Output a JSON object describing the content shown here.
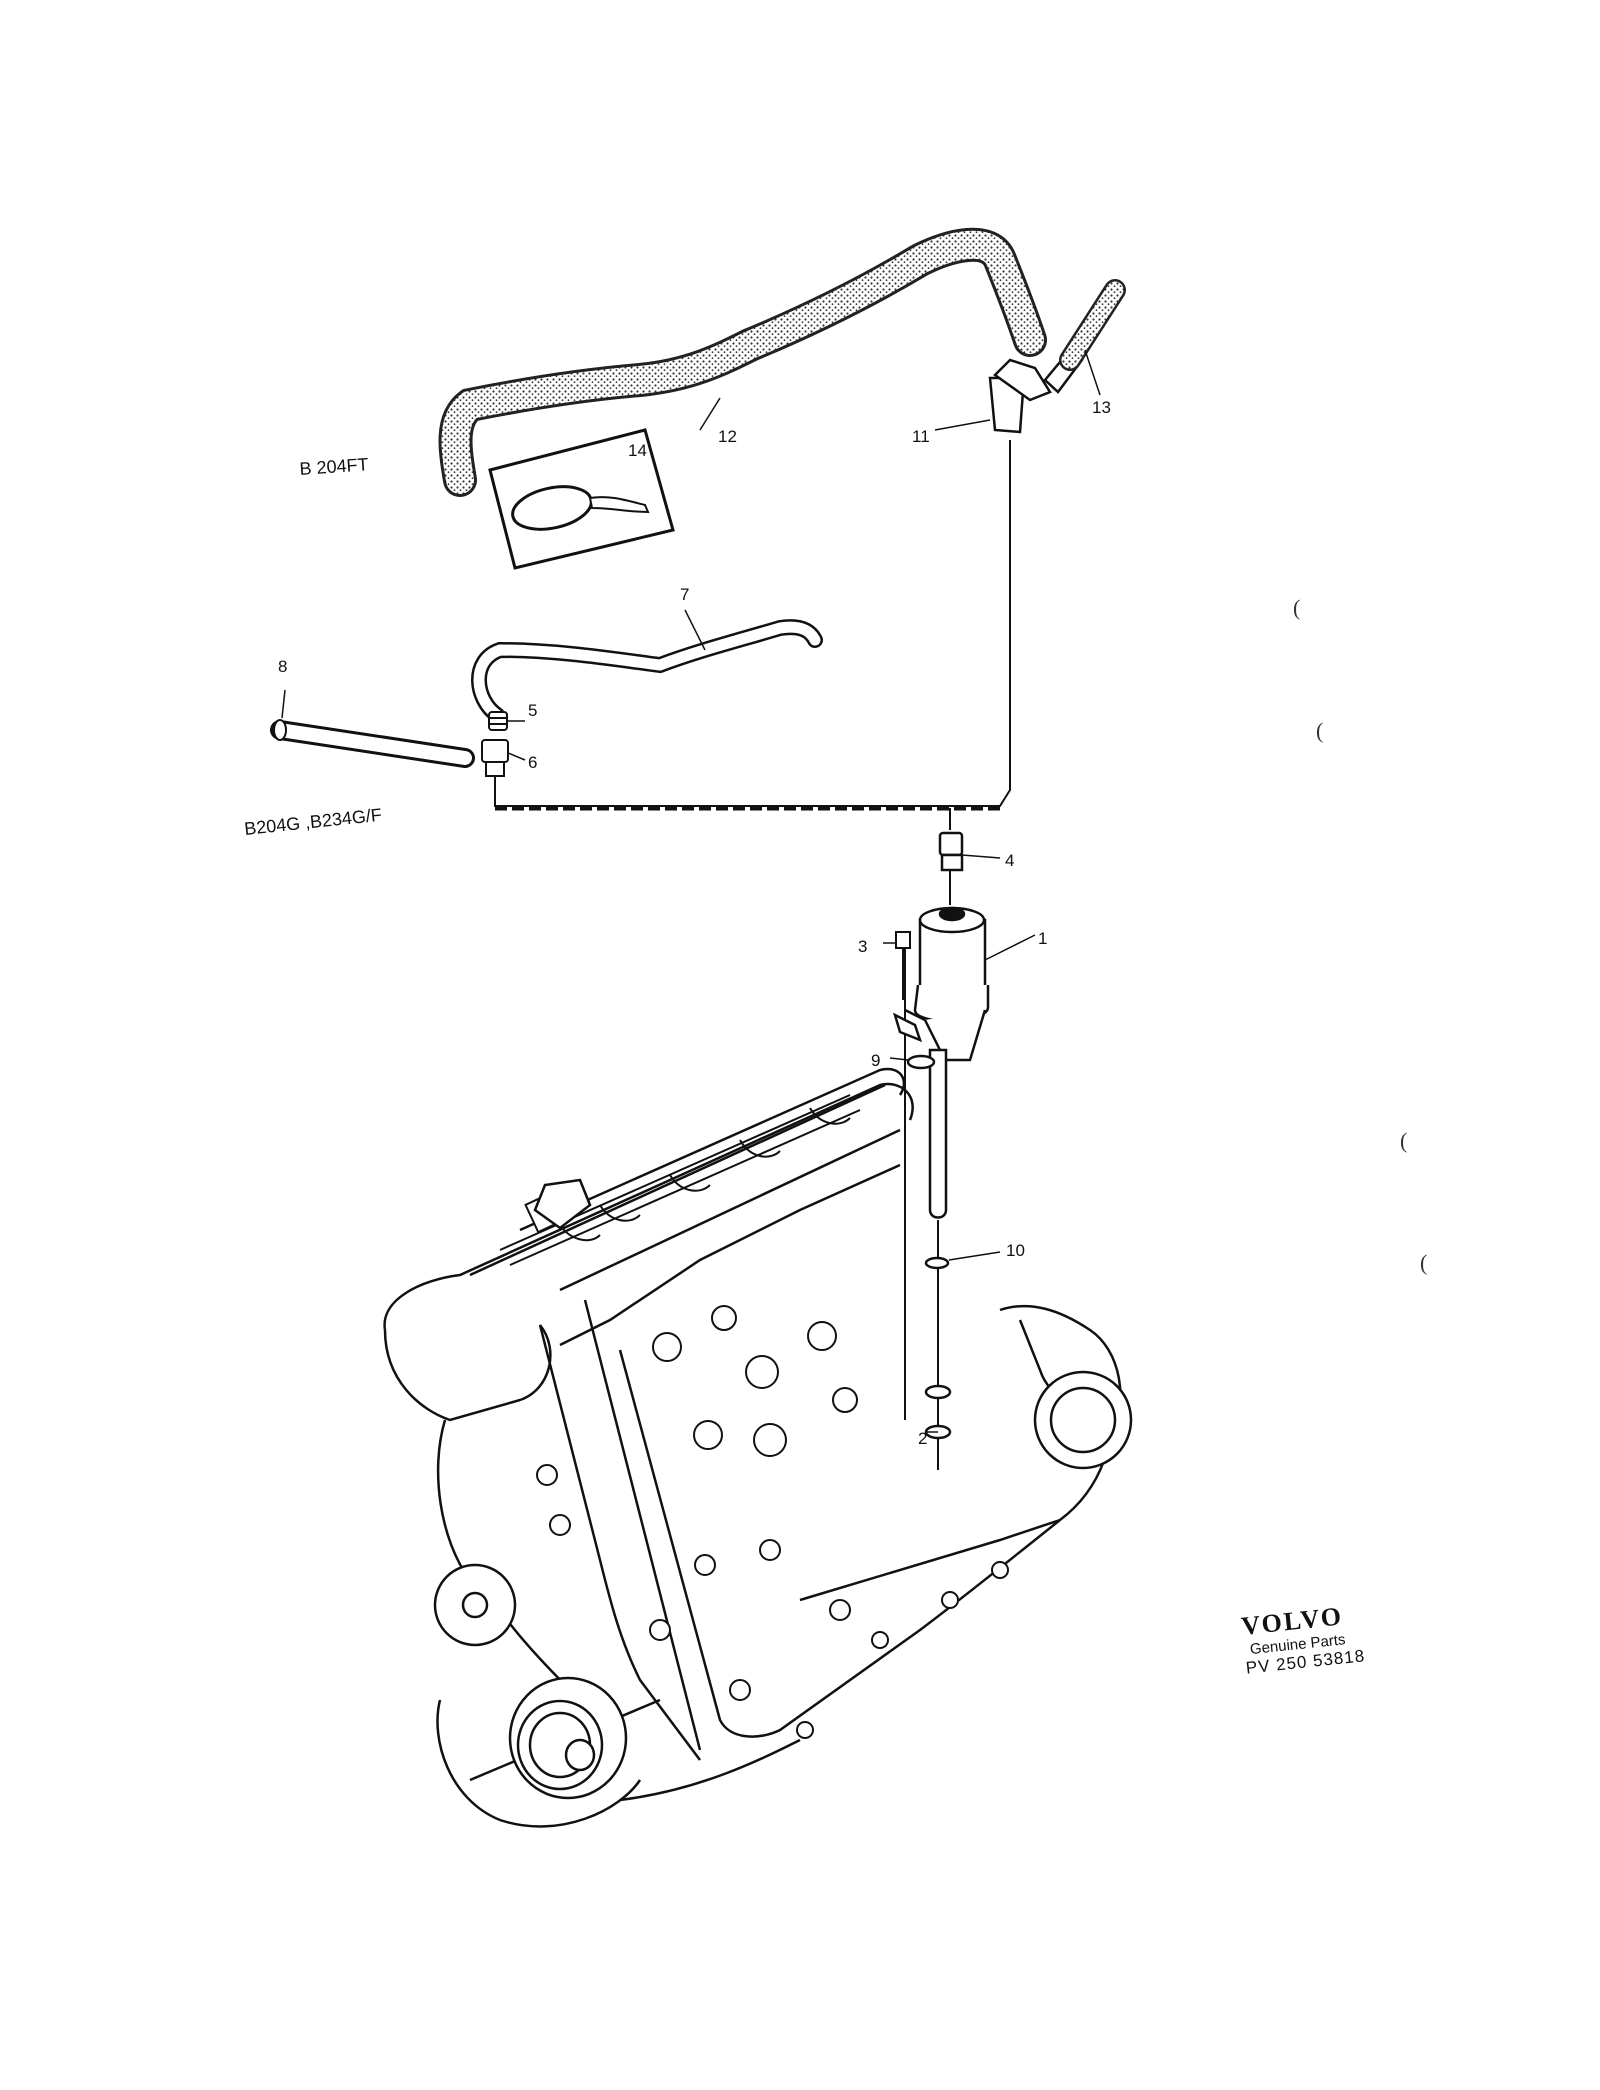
{
  "engine_labels": {
    "turbo": "B 204FT",
    "non_turbo": "B204G ,B234G/F"
  },
  "callouts": [
    "1",
    "2",
    "3",
    "4",
    "5",
    "6",
    "7",
    "8",
    "9",
    "10",
    "11",
    "12",
    "13",
    "14"
  ],
  "brand": {
    "logo": "VOLVO",
    "subtitle": "Genuine Parts",
    "part_ref": "PV 250 53818"
  },
  "margin_marks": [
    "(",
    "(",
    "(",
    "("
  ]
}
